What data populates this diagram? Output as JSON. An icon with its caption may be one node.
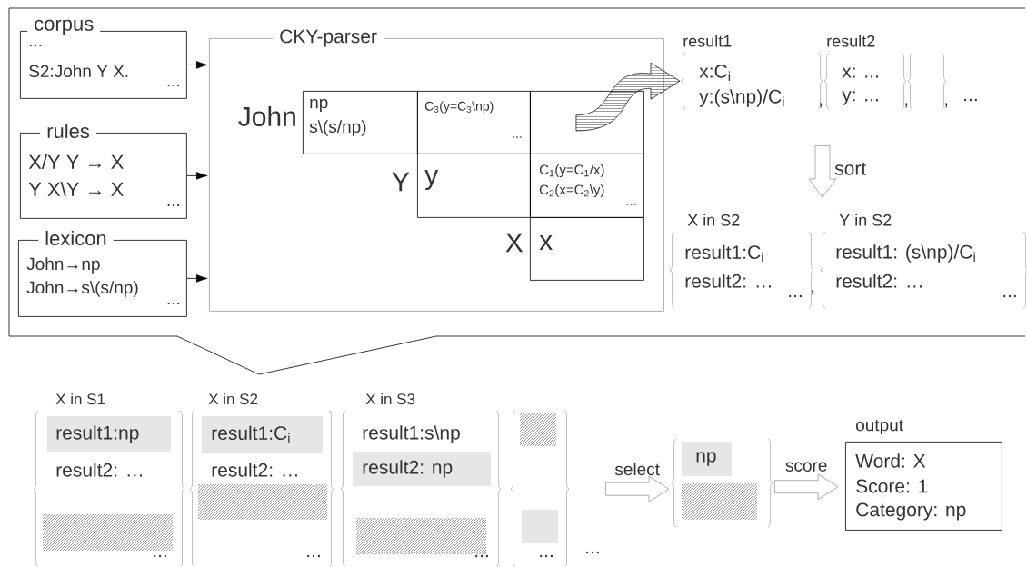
{
  "diagram": {
    "nodes": [
      {
        "text": [],
        "shape": "box"
      },
      {
        "text": [
          "corpus",
          "...",
          "S2:John Y X.",
          "..."
        ],
        "in": 0
      },
      {
        "text": [
          "rules",
          "X/Y Y → X",
          "Y X\\Y → X",
          "..."
        ],
        "in": 0
      },
      {
        "text": [
          "lexicon",
          "John→np",
          "John→s\\(s/np)",
          "..."
        ],
        "in": 0
      },
      {
        "text": [
          "CKY-parser"
        ],
        "in": 0
      },
      {
        "text": [
          "np",
          "s\\(s/np)"
        ],
        "beside": [
          "John"
        ],
        "in": 4
      },
      {
        "text": [
          "C$_{3}$(y=C$_{3}$\\np)",
          "..."
        ],
        "in": 4
      },
      {
        "text": [],
        "shape": "box",
        "in": 4
      },
      {
        "text": [
          "y"
        ],
        "beside": [
          "Y"
        ],
        "in": 4
      },
      {
        "text": [
          "C$_{1}$(y=C$_{1}$/x)",
          "C$_{2}$(x=C$_{2}$\\y)",
          "..."
        ],
        "in": 4
      },
      {
        "text": [
          "x"
        ],
        "beside": [
          "X"
        ],
        "in": 4
      },
      {
        "text": [
          "result1",
          "x:C$_{i}$",
          "y:(s\\np)/C$_{i}$"
        ],
        "in": 0
      },
      {
        "text": [
          "result2",
          "x: ...",
          "y: ..."
        ],
        "in": 0
      },
      {
        "text": [],
        "shape": "braces",
        "in": 0
      },
      {
        "text": [
          "X in S2",
          "result1:C$_{i}$",
          "result2: …",
          "..."
        ],
        "in": 0
      },
      {
        "text": [
          "Y in S2",
          "result1: (s\\np)/C$_{i}$",
          "result2: …",
          "..."
        ],
        "in": 0
      },
      {
        "text": [
          "X in S1",
          "result1:np",
          "result2: …",
          "..."
        ]
      },
      {
        "text": [
          "X in S2",
          "result1:C$_{i}$",
          "result2: …",
          "..."
        ]
      },
      {
        "text": [
          "X in S3",
          "result1:s\\np",
          "result2: np",
          "..."
        ]
      },
      {
        "text": [
          "..."
        ]
      },
      {
        "text": [
          "np"
        ]
      },
      {
        "text": [
          "output",
          "Word: X",
          "Score: 1",
          "Category: np"
        ]
      }
    ],
    "edges": [
      {
        "from": 1,
        "to": 4,
        "arrow": "to"
      },
      {
        "from": 2,
        "to": 4,
        "arrow": "to"
      },
      {
        "from": 3,
        "to": 4,
        "arrow": "to"
      },
      {
        "from": 7,
        "to": 11,
        "arrow": "to"
      },
      {
        "from": 11,
        "to": 14,
        "arrow": "to",
        "label": "sort"
      },
      {
        "from": 19,
        "to": 20,
        "arrow": "to",
        "label": "select"
      },
      {
        "from": 20,
        "to": 21,
        "arrow": "to",
        "label": "score"
      }
    ],
    "labels": [
      ",",
      ",",
      ",",
      "...",
      ",",
      "..."
    ]
  }
}
